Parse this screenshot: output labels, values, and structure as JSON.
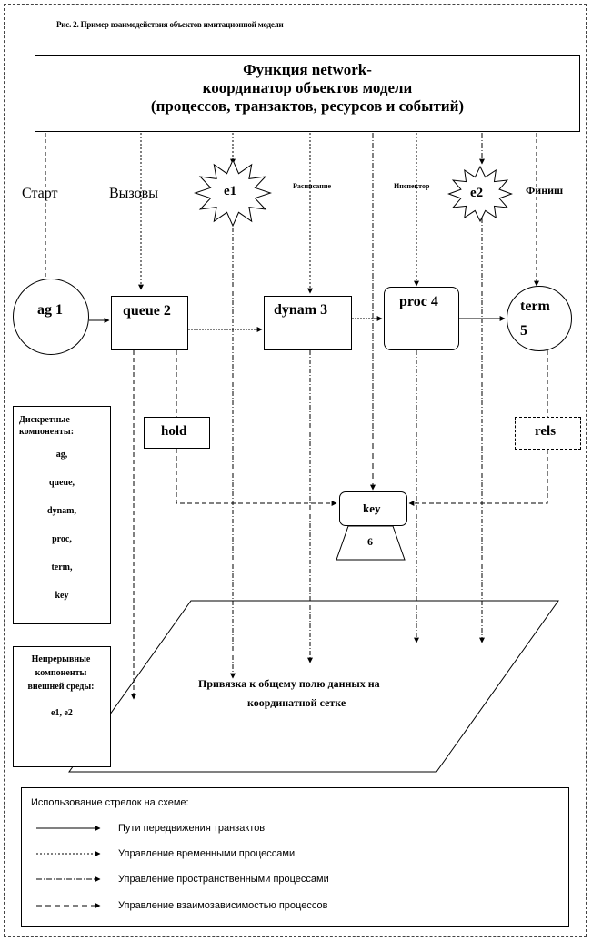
{
  "caption": "Рис. 2. Пример взаимодействия объектов имитационной модели",
  "network": {
    "line1": "Функция network-",
    "line2": "координатор объектов модели",
    "line3": "(процессов, транзактов, ресурсов и событий)"
  },
  "labels": {
    "start": "Старт",
    "calls": "Вызовы",
    "schedule": "Расписание",
    "inspector": "Инспектор",
    "finish": "Финиш"
  },
  "events": {
    "e1": "e1",
    "e2": "e2"
  },
  "nodes": {
    "ag": "ag 1",
    "queue": "queue 2",
    "dynam": "dynam 3",
    "proc": "proc 4",
    "term": "term",
    "term_num": "5",
    "hold": "hold",
    "rels": "rels",
    "key": "key",
    "key_num": "6"
  },
  "discrete": {
    "title": "Дискретные компоненты:",
    "items": [
      "ag,",
      "queue,",
      "dynam,",
      "proc,",
      "term,",
      "key"
    ]
  },
  "continuous": {
    "title": "Непрерывные компоненты внешней среды:",
    "items": "e1, e2"
  },
  "grid": {
    "line1": "Привязка к общему полю данных на",
    "line2": "координатной сетке"
  },
  "legend": {
    "title": "Использование стрелок на схеме:",
    "items": [
      "Пути передвижения транзактов",
      "Управление временными процессами",
      "Управление пространственными процессами",
      "Управление взаимозависимостью процессов"
    ]
  }
}
